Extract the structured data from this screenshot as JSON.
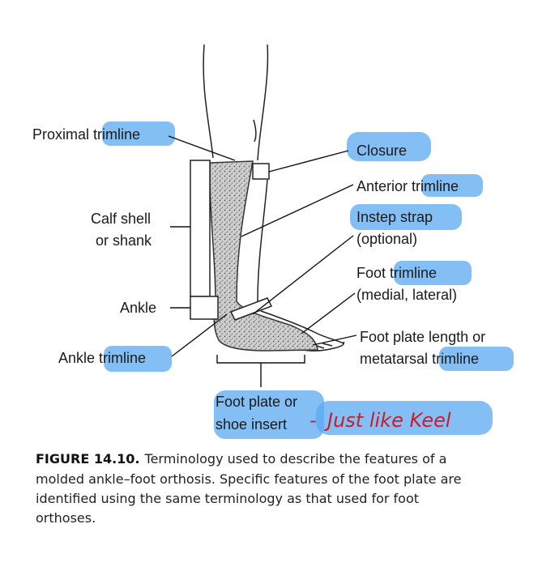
{
  "labels": {
    "proximal_trimline": {
      "prefix": "Proximal",
      "term": "trimline"
    },
    "closure": "Closure",
    "anterior_trimline": {
      "prefix": "Anterior",
      "term": "trimline"
    },
    "calf_shell": {
      "line1": "Calf shell",
      "line2": "or shank"
    },
    "instep_strap": {
      "line1": "Instep strap",
      "line2": "(optional)"
    },
    "foot_trimline": {
      "line1_prefix": "Foot",
      "line1_term": "trimline",
      "line2": "(medial, lateral)"
    },
    "ankle": "Ankle",
    "foot_plate_length": {
      "line1": "Foot plate length or",
      "line2_prefix": "metatarsal",
      "line2_term": "trimline"
    },
    "ankle_trimline": {
      "prefix": "Ankle",
      "term": "trimline"
    },
    "foot_plate": {
      "line1": "Foot plate or",
      "line2": "shoe insert"
    }
  },
  "annotation": {
    "dash": "-",
    "text": "Just like Keel"
  },
  "caption": {
    "number": "FIGURE 14.10.",
    "line1": "Terminology used to describe the features of a",
    "line2": "molded ankle–foot orthosis. Specific features of the foot plate are",
    "line3": "identified using the same terminology as that used for foot",
    "line4": "orthoses."
  },
  "colors": {
    "highlight": "#5aa9f2",
    "annotation_ink": "#c81e2a"
  }
}
